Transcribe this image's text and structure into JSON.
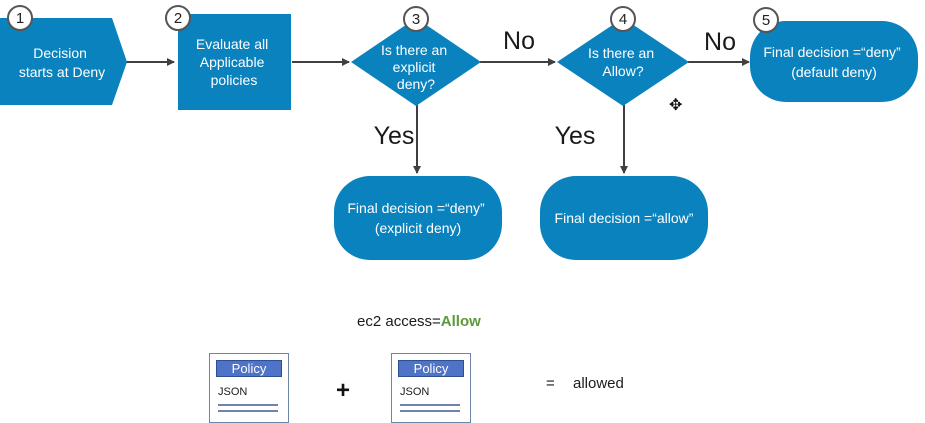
{
  "colors": {
    "node_fill": "#0a82be",
    "node_text": "#ffffff",
    "arrow": "#404040",
    "accent_green": "#5a9a3a",
    "policy_header": "#4f73c6"
  },
  "nodes": {
    "n1": {
      "number": "1",
      "lines": [
        "Decision",
        "starts at Deny"
      ]
    },
    "n2": {
      "number": "2",
      "lines": [
        "Evaluate all",
        "Applicable",
        "policies"
      ]
    },
    "n3": {
      "number": "3",
      "lines": [
        "Is there an",
        "explicit",
        "deny?"
      ]
    },
    "n4": {
      "number": "4",
      "lines": [
        "Is there an",
        "Allow?"
      ]
    },
    "n5": {
      "number": "5",
      "lines": [
        "Final decision =“deny”",
        "(default deny)"
      ]
    },
    "n6": {
      "lines": [
        "Final decision =“deny”",
        "(explicit deny)"
      ]
    },
    "n7": {
      "lines": [
        "Final decision =“allow”"
      ]
    }
  },
  "edge_labels": {
    "no_1": "No",
    "no_2": "No",
    "yes_1": "Yes",
    "yes_2": "Yes"
  },
  "example": {
    "caption_prefix": "ec2 access=",
    "caption_value": "Allow",
    "policy_title": "Policy",
    "policy_body": "JSON",
    "plus": "+",
    "equals": "=",
    "result": "allowed"
  },
  "cursor_icon": "move-cursor-icon"
}
